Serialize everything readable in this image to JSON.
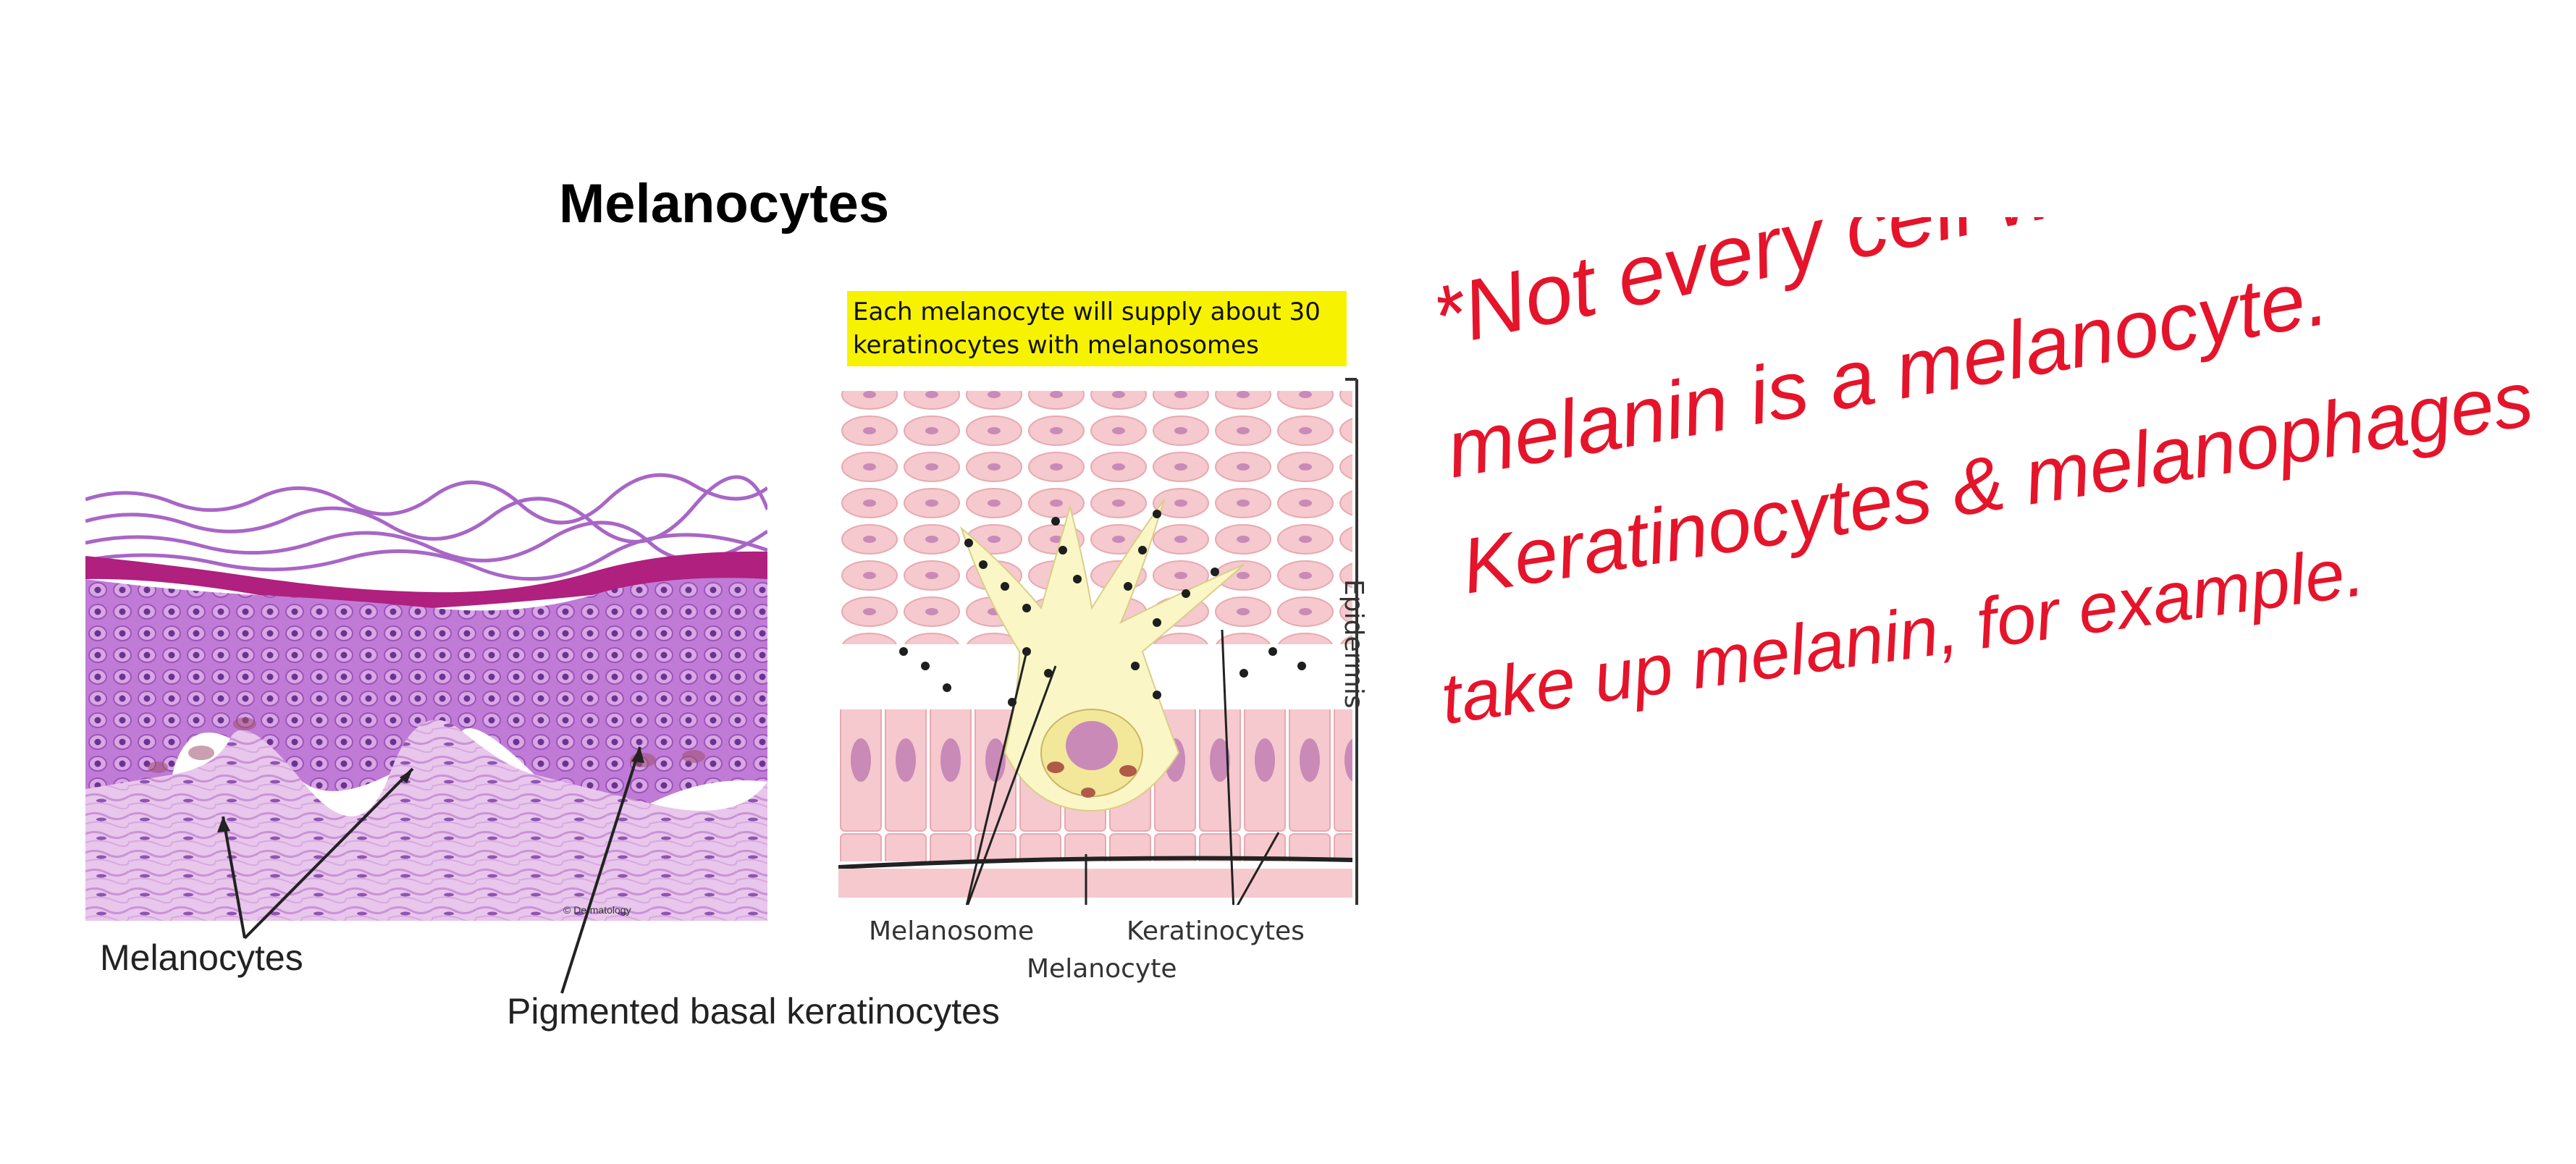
{
  "slide": {
    "title": "Melanocytes",
    "highlight_note": {
      "line1": "Each melanocyte will supply about 30",
      "line2": "keratinocytes with melanosomes",
      "color": "#f7f300"
    }
  },
  "micrograph": {
    "labels": {
      "melanocytes": "Melanocytes",
      "pigmented": "Pigmented basal keratinocytes"
    }
  },
  "diagram": {
    "labels": {
      "melanosome": "Melanosome",
      "melanocyte": "Melanocyte",
      "keratinocytes": "Keratinocytes",
      "epidermis": "Epidermis"
    }
  },
  "handwriting": {
    "color": "#e5142a",
    "lines": [
      "*Not every cell w/",
      "melanin is a melanocyte.",
      "Keratinocytes & melanophages",
      "take up melanin, for example."
    ]
  }
}
